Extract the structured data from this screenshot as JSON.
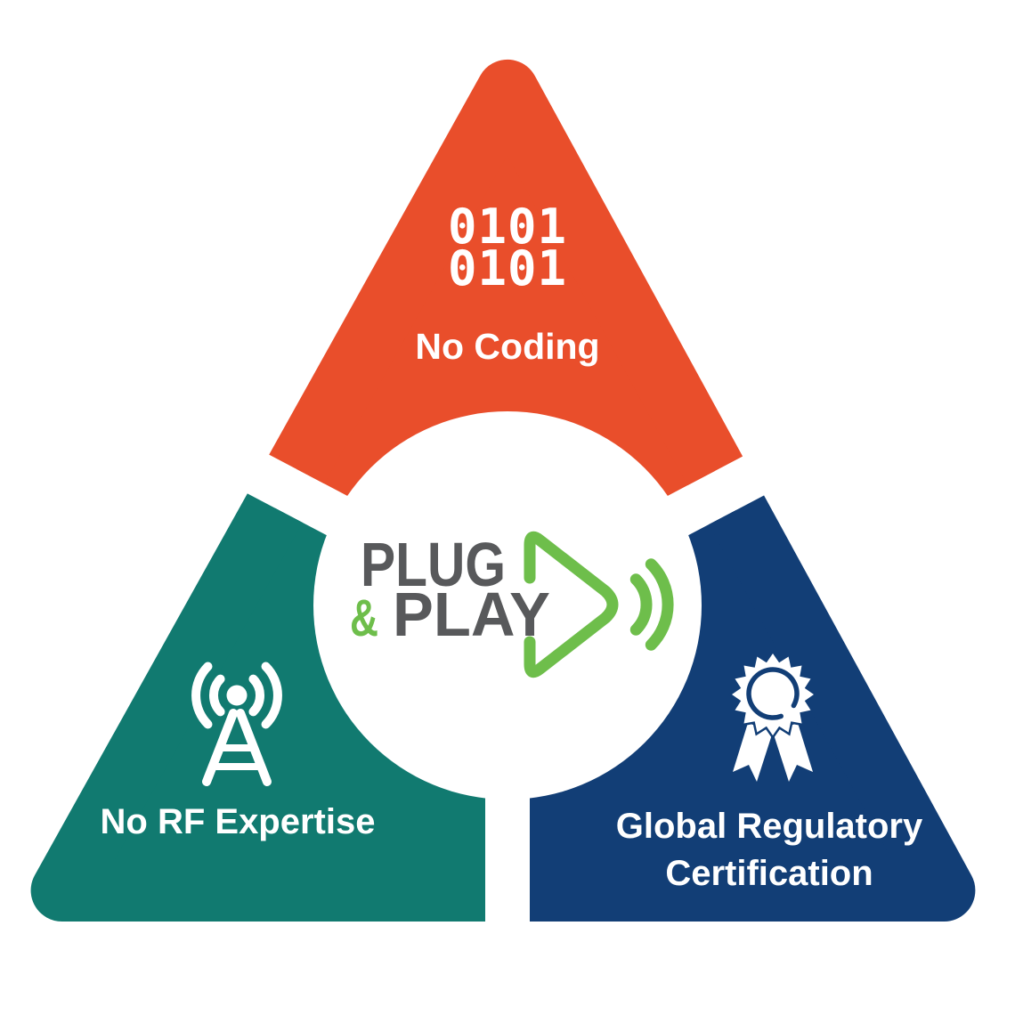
{
  "colors": {
    "orange": "#E94E2B",
    "teal": "#117A70",
    "blue": "#123E76",
    "green": "#6EBE4B",
    "gray": "#58595B",
    "white": "#FFFFFF"
  },
  "segments": {
    "top": {
      "icon": "binary-code-icon",
      "binary_line1": "0101",
      "binary_line2": "0101",
      "label": "No Coding"
    },
    "left": {
      "icon": "radio-antenna-icon",
      "label": "No RF Expertise"
    },
    "right": {
      "icon": "certification-badge-icon",
      "label_line1": "Global Regulatory",
      "label_line2": "Certification"
    }
  },
  "logo": {
    "word1": "PLUG",
    "amp": "&",
    "word2": "PLAY",
    "icon": "play-button-signal-icon"
  }
}
